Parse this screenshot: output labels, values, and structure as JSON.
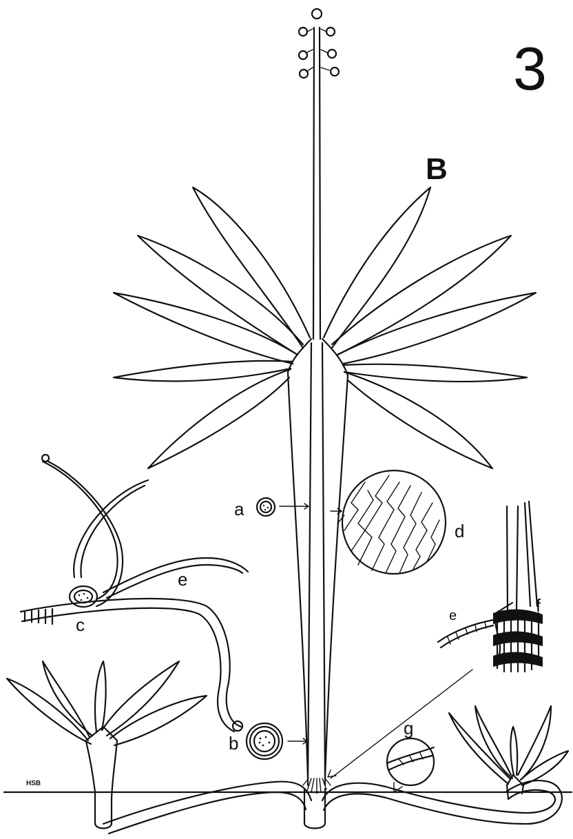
{
  "figure": {
    "number": "3",
    "panel_label": "B",
    "initials": "HSB",
    "labels": {
      "a": "a",
      "b": "b",
      "c": "c",
      "d": "d",
      "e_upper": "e",
      "e_lower": "e",
      "f": "f",
      "g": "g"
    }
  },
  "colors": {
    "ink": "#111111",
    "paper": "#ffffff"
  }
}
